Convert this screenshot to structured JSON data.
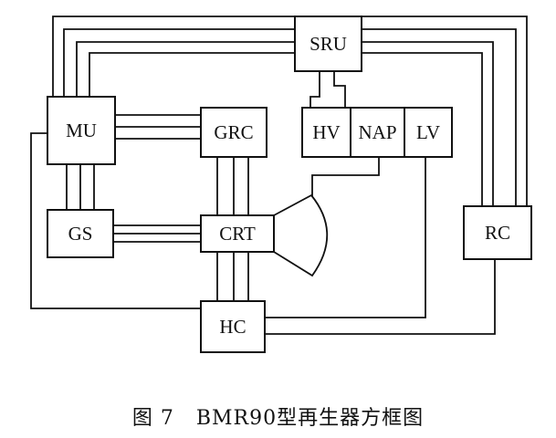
{
  "blocks": {
    "sru": "SRU",
    "mu": "MU",
    "grc": "GRC",
    "hv": "HV",
    "nap": "NAP",
    "lv": "LV",
    "gs": "GS",
    "crt": "CRT",
    "rc": "RC",
    "hc": "HC"
  },
  "caption": "图 7   BMR90型再生器方框图"
}
